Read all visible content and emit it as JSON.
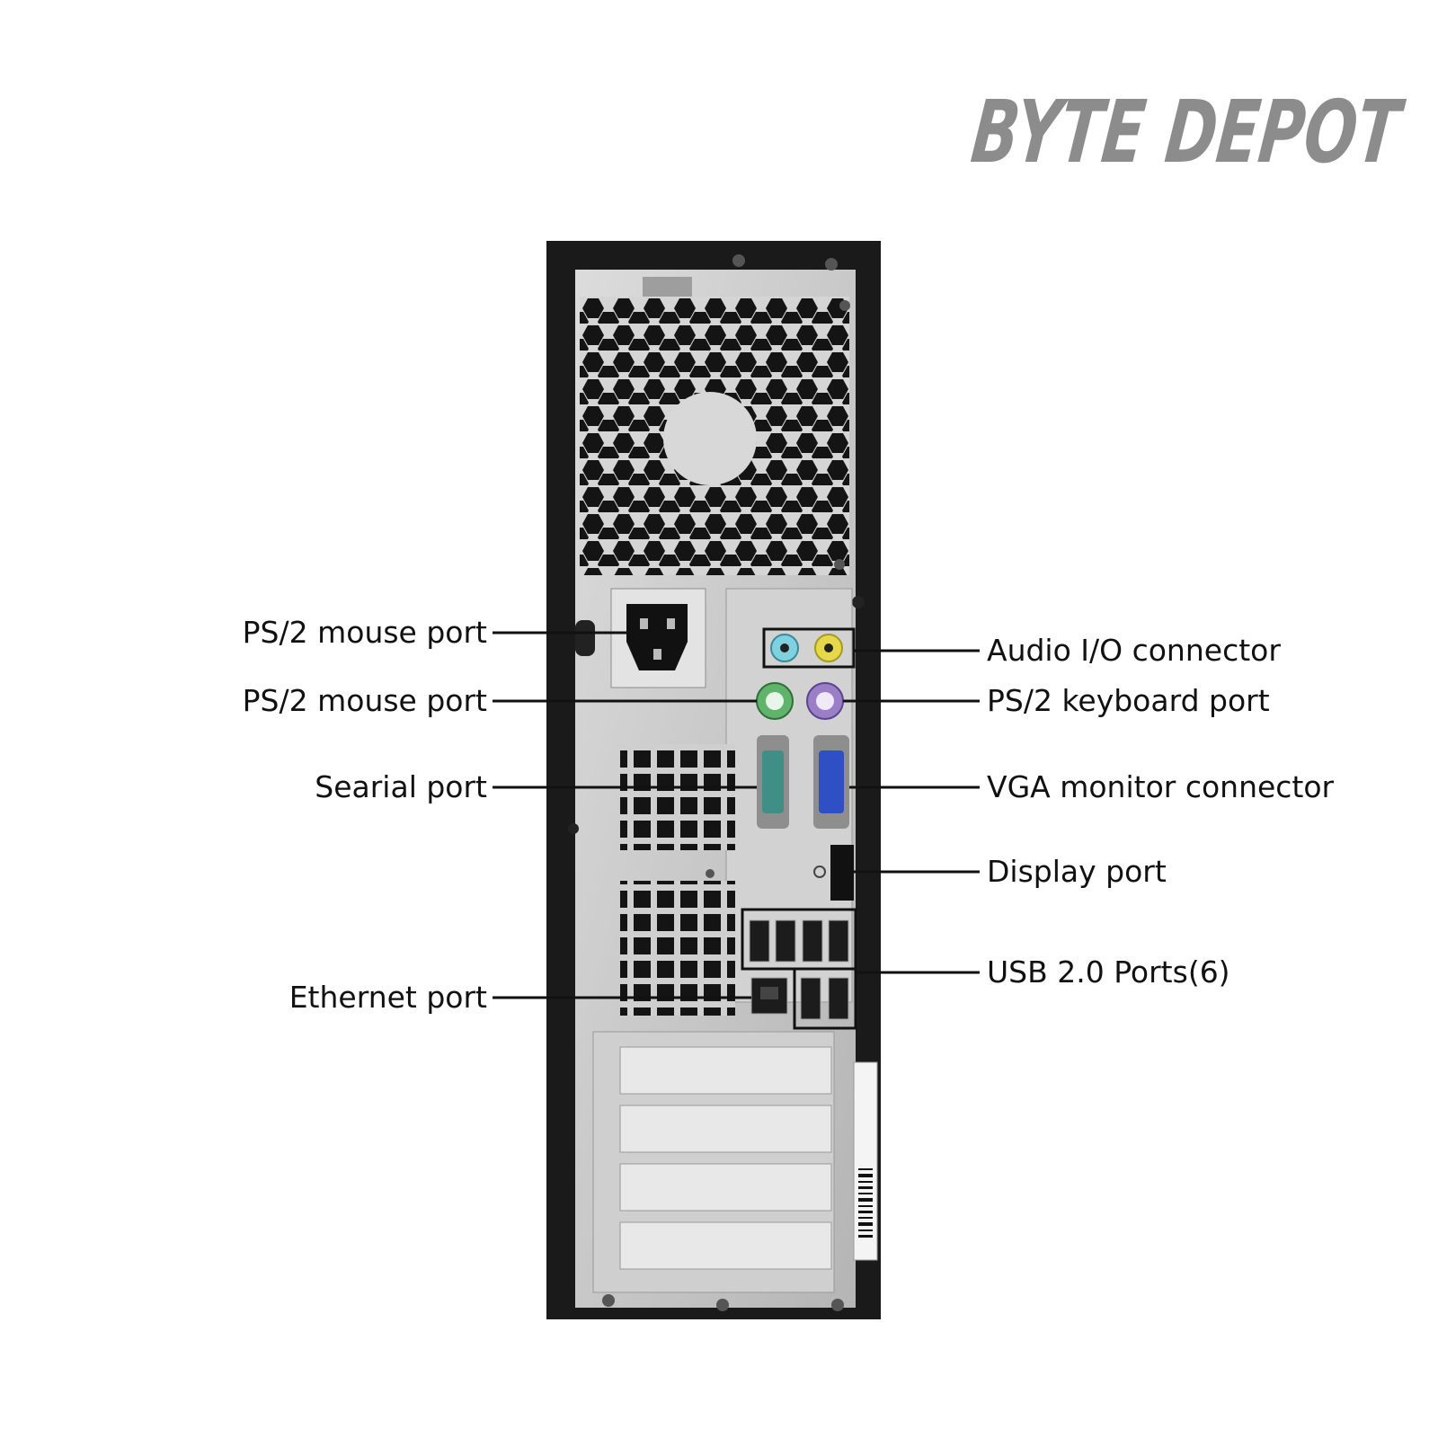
{
  "brand": {
    "name": "BYTE DEPOT",
    "color": "#8c8c8c"
  },
  "labels_left": [
    {
      "id": "ps2-mouse-port-1",
      "text": "PS/2 mouse port"
    },
    {
      "id": "ps2-mouse-port-2",
      "text": "PS/2 mouse port"
    },
    {
      "id": "serial-port",
      "text": "Searial port"
    },
    {
      "id": "ethernet-port",
      "text": "Ethernet port"
    }
  ],
  "labels_right": [
    {
      "id": "audio-io-connector",
      "text": "Audio I/O connector"
    },
    {
      "id": "ps2-keyboard-port",
      "text": "PS/2 keyboard port"
    },
    {
      "id": "vga-monitor-connector",
      "text": "VGA monitor connector"
    },
    {
      "id": "display-port",
      "text": "Display port"
    },
    {
      "id": "usb-ports",
      "text": "USB 2.0 Ports(6)"
    }
  ],
  "colors": {
    "case_black": "#1a1a1a",
    "metal_gray": "#c9c9c9",
    "metal_dark": "#9a9a9a",
    "audio_blue": "#7fd1e0",
    "audio_yellow": "#e6d84a",
    "ps2_green": "#5fb36a",
    "ps2_purple": "#9a7fc6",
    "vga_blue": "#2f4fc4",
    "serial_teal": "#3f8f86",
    "leader_line": "#111111"
  }
}
